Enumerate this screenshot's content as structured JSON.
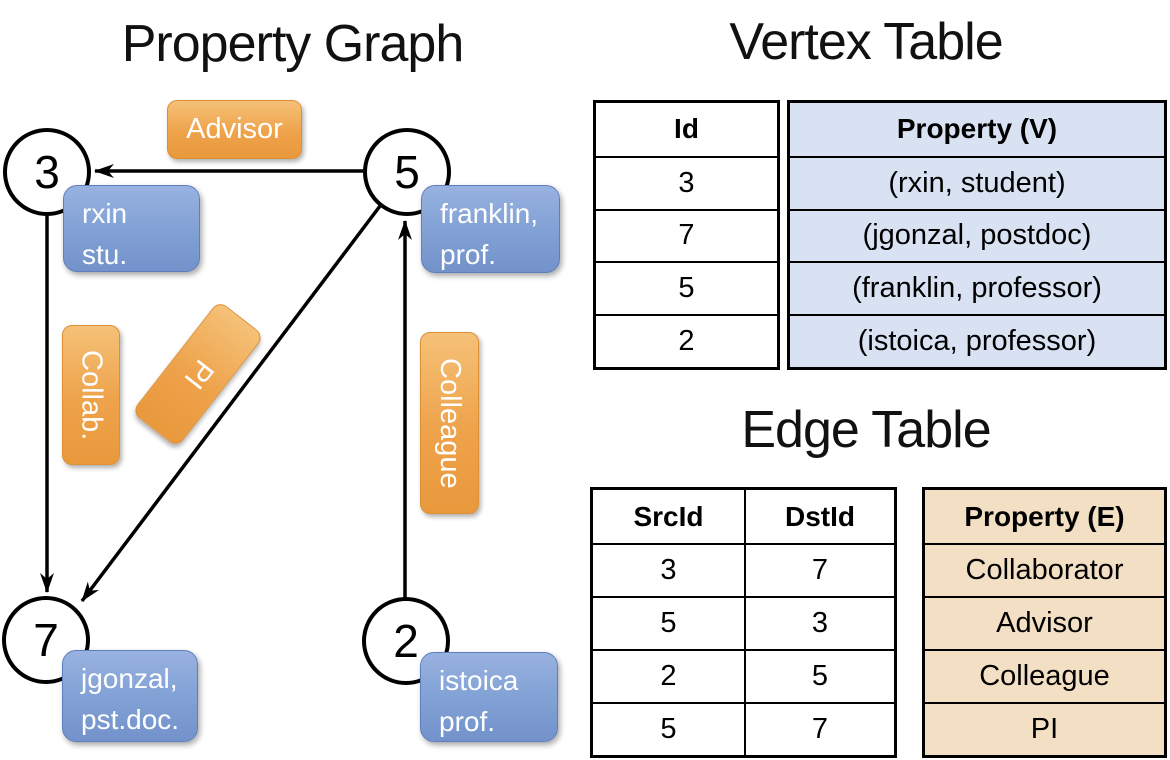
{
  "titles": {
    "graph": "Property Graph",
    "vertex_table": "Vertex Table",
    "edge_table": "Edge Table"
  },
  "colors": {
    "edge_label_orange": "#EEA24A",
    "vertex_prop_blue": "#84A3D6",
    "vertex_table_prop_bg": "#D8E2F3",
    "edge_table_prop_bg": "#F3DFC4",
    "line_stroke": "#000000"
  },
  "graph": {
    "vertices": [
      {
        "id": "3",
        "label_line1": "rxin",
        "label_line2": "stu."
      },
      {
        "id": "5",
        "label_line1": "franklin,",
        "label_line2": "prof."
      },
      {
        "id": "7",
        "label_line1": "jgonzal,",
        "label_line2": "pst.doc."
      },
      {
        "id": "2",
        "label_line1": "istoica",
        "label_line2": "prof."
      }
    ],
    "edges": [
      {
        "label": "Advisor",
        "src": "5",
        "dst": "3"
      },
      {
        "label": "Collab.",
        "src": "3",
        "dst": "7"
      },
      {
        "label": "PI",
        "src": "5",
        "dst": "7"
      },
      {
        "label": "Colleague",
        "src": "2",
        "dst": "5"
      }
    ]
  },
  "vertex_table": {
    "headers": {
      "id": "Id",
      "property": "Property (V)"
    },
    "rows": [
      {
        "id": "3",
        "property": "(rxin, student)"
      },
      {
        "id": "7",
        "property": "(jgonzal, postdoc)"
      },
      {
        "id": "5",
        "property": "(franklin, professor)"
      },
      {
        "id": "2",
        "property": "(istoica, professor)"
      }
    ]
  },
  "edge_table": {
    "headers": {
      "src": "SrcId",
      "dst": "DstId",
      "property": "Property (E)"
    },
    "rows": [
      {
        "src": "3",
        "dst": "7",
        "property": "Collaborator"
      },
      {
        "src": "5",
        "dst": "3",
        "property": "Advisor"
      },
      {
        "src": "2",
        "dst": "5",
        "property": "Colleague"
      },
      {
        "src": "5",
        "dst": "7",
        "property": "PI"
      }
    ]
  }
}
